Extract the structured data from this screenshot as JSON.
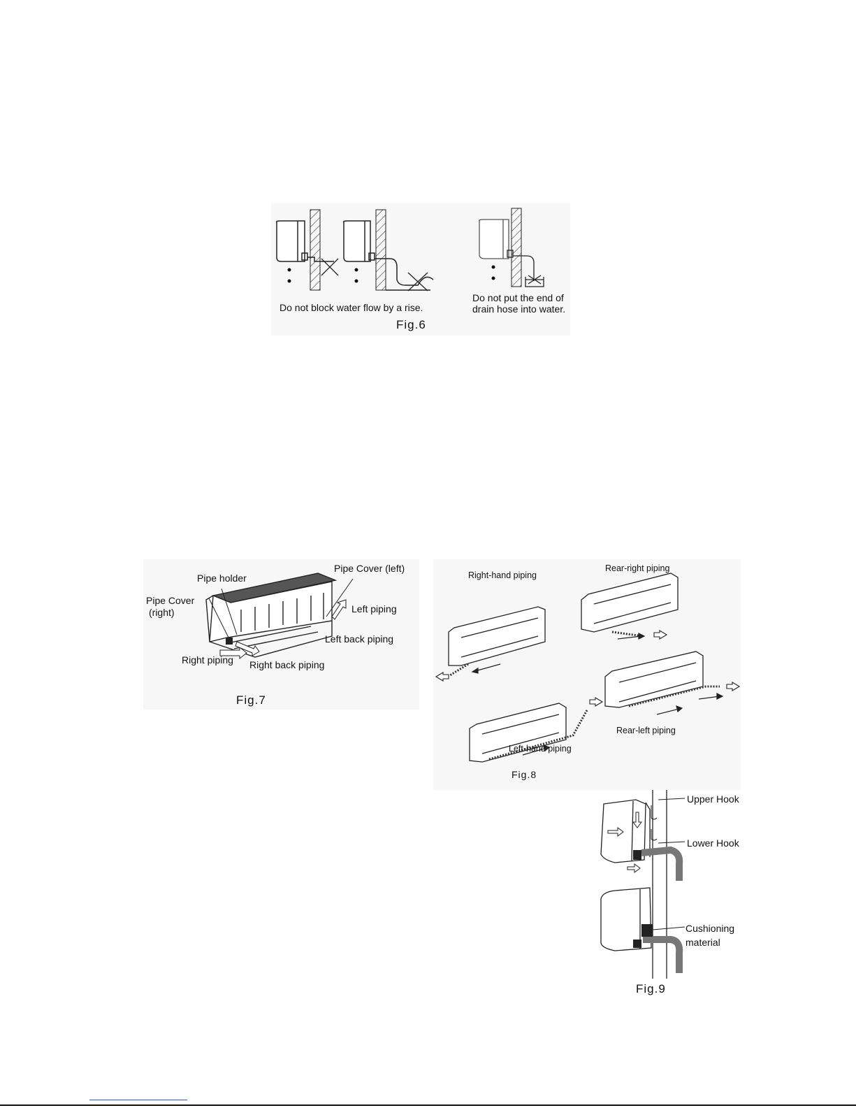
{
  "fig6": {
    "caption": "Fig.6",
    "note_left": "Do not block water flow by a rise.",
    "note_right_line1": "Do not put the end of",
    "note_right_line2": "drain hose into water."
  },
  "fig7": {
    "caption": "Fig.7",
    "labels": {
      "pipe_cover_left": "Pipe Cover (left)",
      "pipe_holder": "Pipe holder",
      "pipe_cover_right_1": "Pipe Cover",
      "pipe_cover_right_2": "(right)",
      "left_piping": "Left piping",
      "left_back_piping": "Left back piping",
      "right_piping": "Right piping",
      "right_back_piping": "Right back piping"
    }
  },
  "fig8": {
    "caption": "Fig.8",
    "labels": {
      "right_hand": "Right-hand piping",
      "rear_right": "Rear-right piping",
      "left_hand": "Left-hand piping",
      "rear_left": "Rear-left piping"
    }
  },
  "fig9": {
    "caption": "Fig.9",
    "labels": {
      "upper_hook": "Upper Hook",
      "lower_hook": "Lower Hook",
      "cushioning_1": "Cushioning",
      "cushioning_2": "material"
    }
  }
}
